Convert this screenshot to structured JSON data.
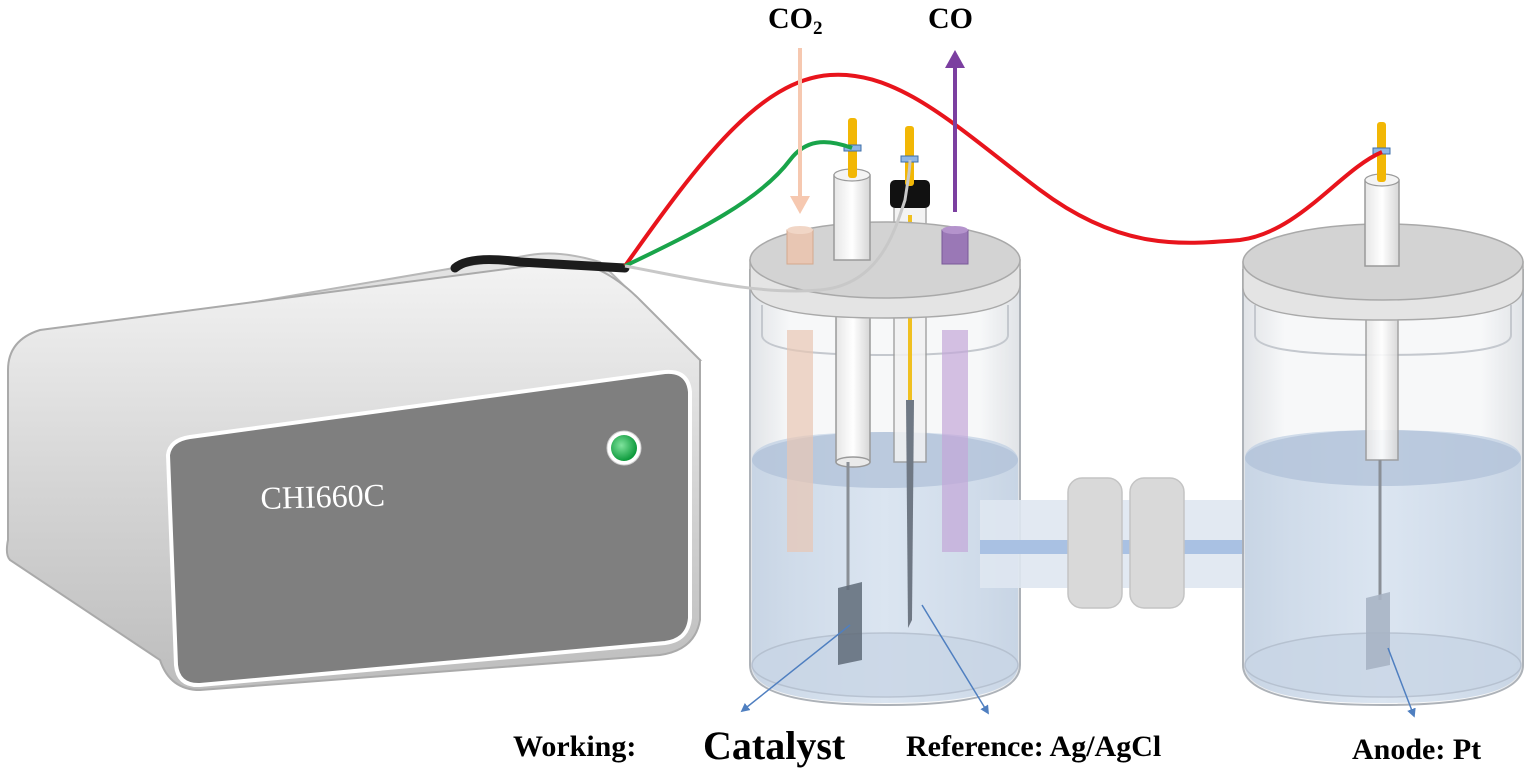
{
  "labels": {
    "gas_in_prefix": "CO",
    "gas_in_subscript": "2",
    "gas_out": "CO",
    "working_prefix": "Working:",
    "working_value": "Catalyst",
    "reference": "Reference: Ag/AgCl",
    "anode": "Anode: Pt"
  },
  "device": {
    "model": "CHI660C",
    "indicator_color": "#12b04a"
  },
  "colors": {
    "wire_red": "#e8141c",
    "wire_green": "#19a44a",
    "wire_gray": "#c8c8c8",
    "co2_arrow": "#f6c8b0",
    "co_arrow": "#7b3fa0",
    "electrolyte": "#b9cde6",
    "pointer": "#4f7fc0"
  }
}
